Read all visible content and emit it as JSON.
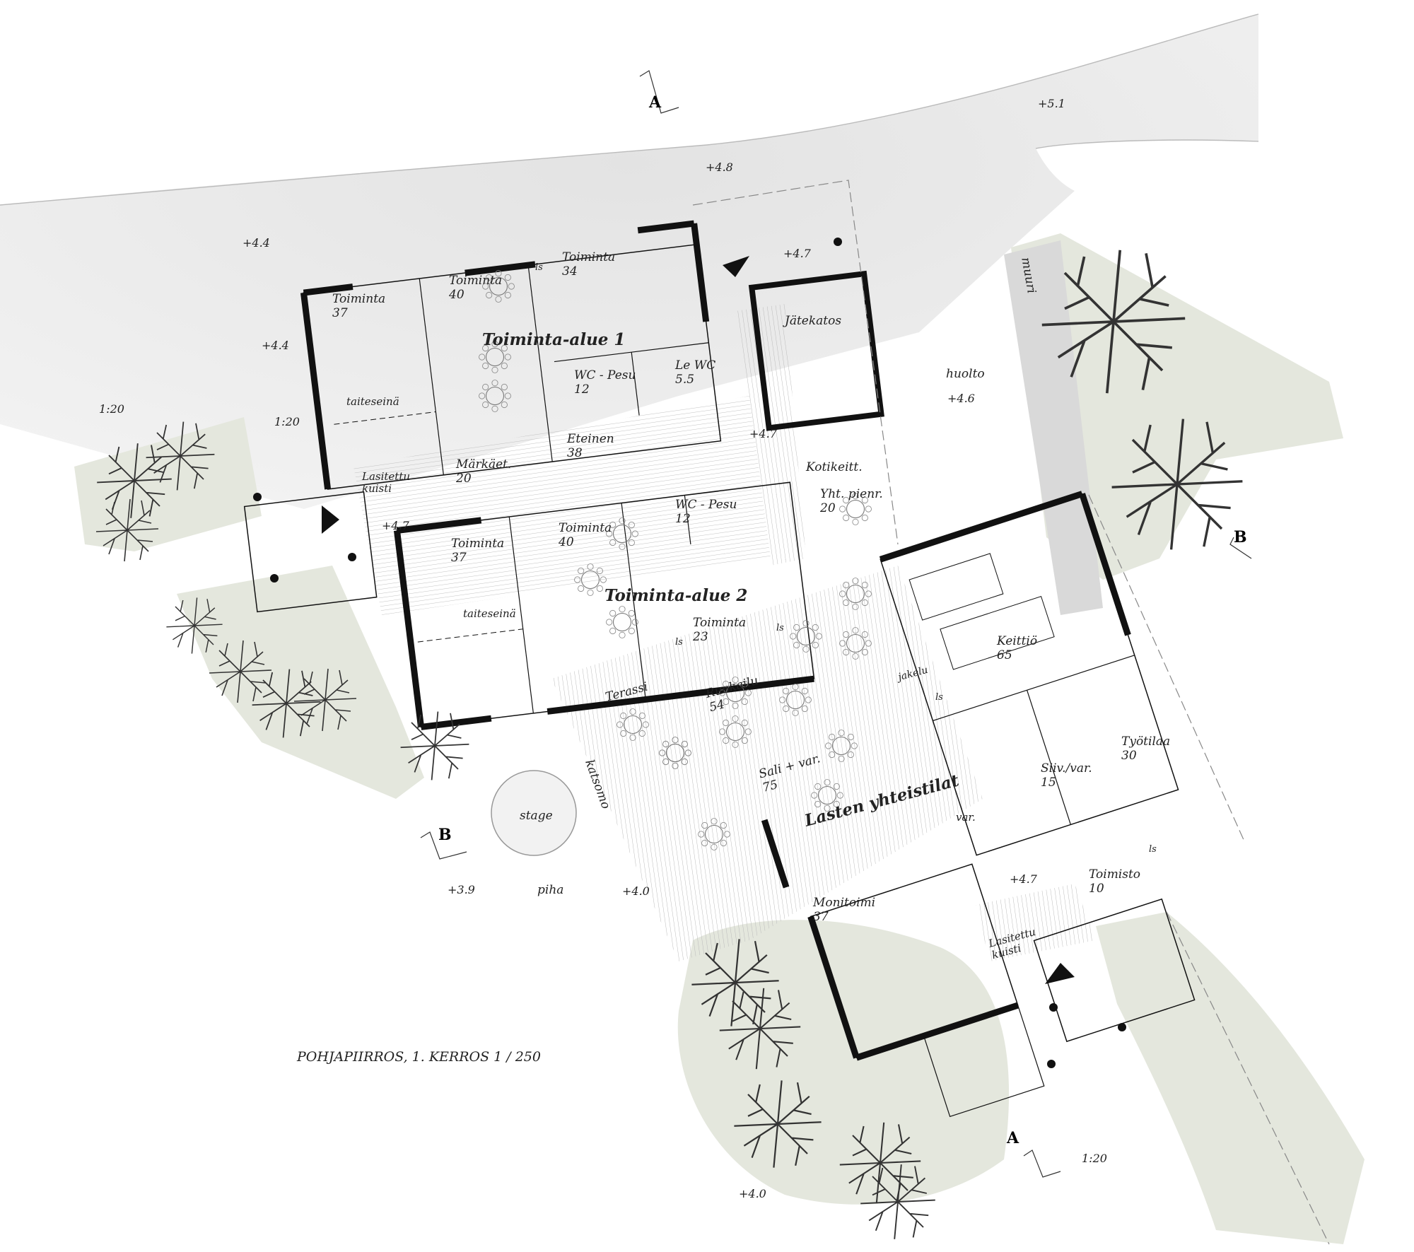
{
  "title": "POHJAPIIRROS, 1. KERROS  1 / 250",
  "section_marks": [
    "A",
    "A",
    "B",
    "B"
  ],
  "rooms": [
    {
      "key": "toiminta37a",
      "name": "Toiminta",
      "area": "37"
    },
    {
      "key": "toiminta40a",
      "name": "Toiminta",
      "area": "40"
    },
    {
      "key": "toiminta34",
      "name": "Toiminta",
      "area": "34"
    },
    {
      "key": "wcpesu1",
      "name": "WC - Pesu",
      "area": "12"
    },
    {
      "key": "lewc",
      "name": "Le WC",
      "area": "5.5"
    },
    {
      "key": "jatekatos",
      "name": "Jätekatos",
      "area": ""
    },
    {
      "key": "eteinen",
      "name": "Eteinen",
      "area": "38"
    },
    {
      "key": "markaet",
      "name": "Märkäet.",
      "area": "20"
    },
    {
      "key": "kotikeitt",
      "name": "Kotikeitt.",
      "area": ""
    },
    {
      "key": "yhtpienr",
      "name": "Yht. pienr.",
      "area": "20"
    },
    {
      "key": "wcpesu2",
      "name": "WC - Pesu",
      "area": "12"
    },
    {
      "key": "toiminta40b",
      "name": "Toiminta",
      "area": "40"
    },
    {
      "key": "toiminta37b",
      "name": "Toiminta",
      "area": "37"
    },
    {
      "key": "toiminta23",
      "name": "Toiminta",
      "area": "23"
    },
    {
      "key": "ruokailu",
      "name": "Ruokailu",
      "area": "54"
    },
    {
      "key": "sali",
      "name": "Sali + var.",
      "area": "75"
    },
    {
      "key": "keittio",
      "name": "Keittiö",
      "area": "65"
    },
    {
      "key": "siiv",
      "name": "Siiv./var.",
      "area": "15"
    },
    {
      "key": "tyotilaa",
      "name": "Työtilaa",
      "area": "30"
    },
    {
      "key": "toimisto",
      "name": "Toimisto",
      "area": "10"
    },
    {
      "key": "monitoimi",
      "name": "Monitoimi",
      "area": "37"
    }
  ],
  "zones": [
    "Toiminta-alue 1",
    "Toiminta-alue 2",
    "Lasten yhteistilat"
  ],
  "labels": {
    "taiteseina1": "taiteseinä",
    "taiteseina2": "taiteseinä",
    "lasitettu1": "Lasitettu",
    "kuisti1": "kuisti",
    "lasitettu2": "Lasitettu",
    "kuisti2": "kuisti",
    "terassi": "Terassi",
    "katsomo": "katsomo",
    "stage": "stage",
    "piha": "piha",
    "huolto": "huolto",
    "muuri": "muuri",
    "jakelu": "jakelu",
    "var": "var.",
    "ls1": "ls",
    "ls2": "ls",
    "ls3": "ls",
    "ls4": "ls",
    "ls5": "ls"
  },
  "elevations": [
    "+5.1",
    "+4.8",
    "+4.4",
    "+4.4",
    "+4.7",
    "+4.7",
    "+4.7",
    "+4.6",
    "+4.7",
    "+3.9",
    "+4.0",
    "+4.0"
  ],
  "scales": [
    "1:20",
    "1:20",
    "1:20"
  ],
  "colors": {
    "wall": "#111111",
    "paving": "#e9e9e9",
    "green": "#e4e7dd",
    "line": "#555555"
  }
}
